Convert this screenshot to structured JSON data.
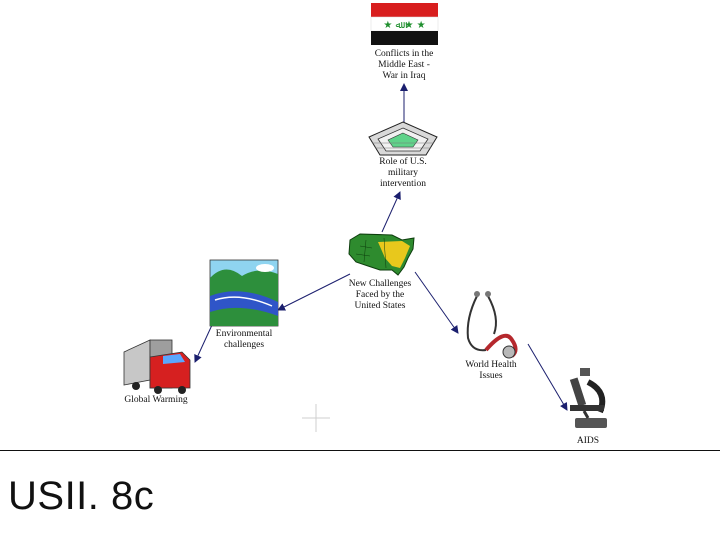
{
  "nodes": {
    "center": {
      "label": "New Challenges\nFaced by the\nUnited States"
    },
    "iraq": {
      "label": "Conflicts in the\nMiddle East -\nWar in Iraq"
    },
    "military": {
      "label": "Role of U.S.\nmilitary\nintervention"
    },
    "environment": {
      "label": "Environmental\nchallenges"
    },
    "warming": {
      "label": "Global Warming"
    },
    "health": {
      "label": "World Health\nIssues"
    },
    "aids": {
      "label": "AIDS"
    }
  },
  "footer": {
    "title": "USII. 8c"
  },
  "colors": {
    "arrow": "#1b1f6e",
    "flag_red": "#d81e1e",
    "flag_green": "#1f8f2e",
    "map_green": "#2e8b2e",
    "map_yellow": "#e8c81c"
  }
}
